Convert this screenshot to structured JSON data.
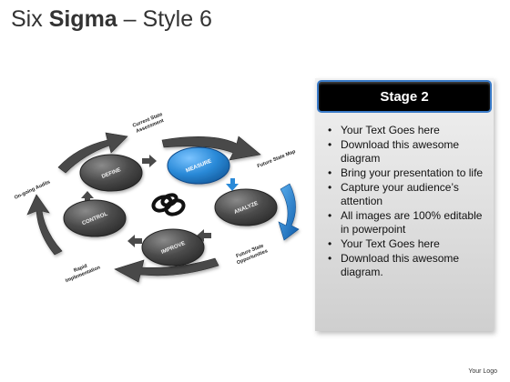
{
  "header": {
    "title_plain": "Six ",
    "title_bold": "Sigma",
    "title_rest": " – Style 6"
  },
  "diagram": {
    "nodes": {
      "define": "DEFINE",
      "measure": "MEASURE",
      "analyze": "ANALYZE",
      "improve": "IMPROVE",
      "control": "CONTROL"
    },
    "labels": {
      "current_state_1": "Current State",
      "current_state_2": "Assessment",
      "future_map": "Future State Map",
      "future_opp_1": "Future State",
      "future_opp_2": "Opportunities",
      "rapid_1": "Rapid",
      "rapid_2": "Implementation",
      "ongoing": "On-going Audits"
    },
    "colors": {
      "gray_node": "#4a4a4a",
      "blue_node": "#2a8ad8",
      "arrow": "#4a4a4a",
      "blue_arrow": "#1e74c8"
    }
  },
  "panel": {
    "heading": "Stage 2",
    "bullets": [
      "Your Text Goes here",
      "Download this awesome diagram",
      "Bring your presentation to life",
      "Capture your audience’s attention",
      "All images are 100% editable in powerpoint",
      "Your Text Goes here",
      "Download this awesome diagram."
    ]
  },
  "footer": {
    "logo": "Your Logo"
  }
}
